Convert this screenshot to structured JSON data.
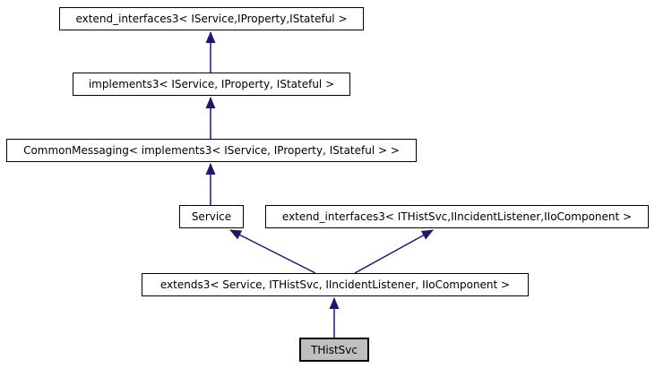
{
  "diagram": {
    "title": "THistSvc inheritance diagram",
    "type": "inheritance-graph",
    "colors": {
      "background": "#ffffff",
      "node_border": "#000000",
      "node_fill": "#ffffff",
      "current_node_fill": "#bfbfbf",
      "arrow": "#191970",
      "text": "#000000"
    },
    "nodes": [
      {
        "id": "extend_interfaces3_top",
        "label": "extend_interfaces3< IService,IProperty,IStateful >",
        "current": false
      },
      {
        "id": "implements3",
        "label": "implements3< IService, IProperty, IStateful >",
        "current": false
      },
      {
        "id": "common_messaging",
        "label": "CommonMessaging< implements3< IService, IProperty, IStateful > >",
        "current": false
      },
      {
        "id": "service",
        "label": "Service",
        "current": false
      },
      {
        "id": "extend_interfaces3_right",
        "label": "extend_interfaces3< ITHistSvc,IIncidentListener,IIoComponent >",
        "current": false
      },
      {
        "id": "extends3",
        "label": "extends3< Service, ITHistSvc, IIncidentListener, IIoComponent >",
        "current": false
      },
      {
        "id": "thistsvc",
        "label": "THistSvc",
        "current": true
      }
    ],
    "edges": [
      {
        "from": "implements3",
        "to": "extend_interfaces3_top"
      },
      {
        "from": "common_messaging",
        "to": "implements3"
      },
      {
        "from": "service",
        "to": "common_messaging"
      },
      {
        "from": "extends3",
        "to": "service"
      },
      {
        "from": "extends3",
        "to": "extend_interfaces3_right"
      },
      {
        "from": "thistsvc",
        "to": "extends3"
      }
    ]
  }
}
